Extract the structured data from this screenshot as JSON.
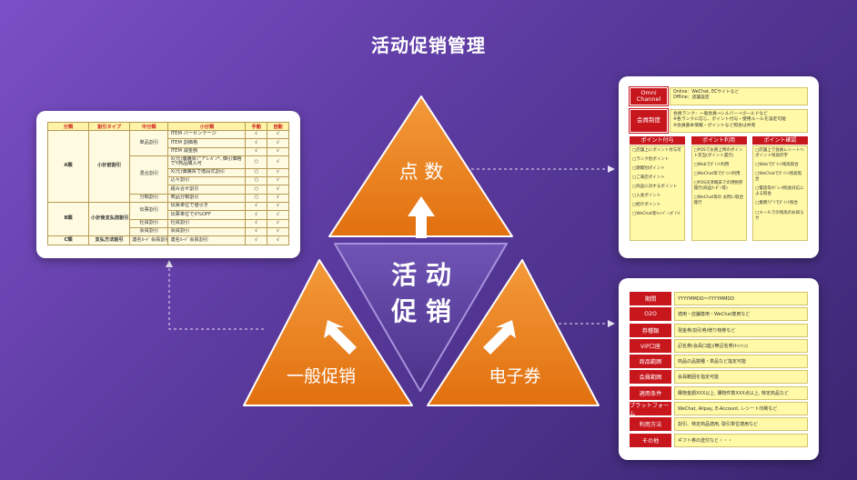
{
  "title": "活动促销管理",
  "center": {
    "line1": "活 动",
    "line2": "促 销"
  },
  "triangles": {
    "top": "点 数",
    "left": "一般促销",
    "right": "电子券"
  },
  "colors": {
    "orange": "#ee7d1e",
    "red": "#c8161d",
    "yellow": "#fff9a8"
  },
  "discount_table": {
    "headers": [
      "分類",
      "割引タイプ",
      "中分類",
      "小分類",
      "手動",
      "自動"
    ],
    "rows": [
      [
        "",
        "",
        "",
        "ITEM パーセンテージ",
        "√",
        "√"
      ],
      [
        "",
        "",
        "単品割引",
        "ITEM 割価格",
        "√",
        "√"
      ],
      [
        "",
        "",
        "",
        "ITEM 減金額",
        "√",
        "√"
      ],
      [
        "",
        "",
        "",
        "X(元)価購買ﾐ\"アレｶﾞﾝ*, 価引価格でY商品購入可",
        "○",
        "√"
      ],
      [
        "",
        "",
        "",
        "X(元)価購買で階段式割引",
        "○",
        "√"
      ],
      [
        "",
        "",
        "混合割引",
        "込々割引",
        "○",
        "√"
      ],
      [
        "",
        "",
        "",
        "組み合せ割引",
        "○",
        "√"
      ],
      [
        "",
        "",
        "分類割引",
        "商品分類割引",
        "○",
        "√"
      ],
      [
        "",
        "",
        "伝票割引",
        "伝票単位で値引き",
        "√",
        "√"
      ],
      [
        "",
        "",
        "",
        "伝票単位でX%OFF",
        "√",
        "√"
      ],
      [
        "",
        "",
        "社員割引",
        "社員割引",
        "√",
        "√"
      ],
      [
        "",
        "",
        "会員割引",
        "会員割引",
        "√",
        "√"
      ],
      [
        "",
        "",
        "連名ｶｰﾄﾞ会員割引",
        "連名ｶｰﾄﾞ会員割引",
        "√",
        "√"
      ]
    ],
    "groups": {
      "a_class": "A類",
      "a_type": "小計前割引",
      "b_class": "B類",
      "b_type": "小計後支払前割引",
      "c_class": "C類",
      "c_type": "支払方法割引"
    }
  },
  "point_card": {
    "omni_label": "Omni Channel",
    "omni_values": [
      "Online：WeChat, ECサイトなど",
      "Offline：店舗設定"
    ],
    "member_label": "会員制度",
    "member_values": [
      "会員ランク：一般会員→シルバー→ゴールドなど",
      "※各ランクに応じ、ポイント付与・使用ルールを設定可能",
      "※会員基本情報・ポイントなど照会は共有"
    ],
    "columns": [
      {
        "title": "ポイント付与",
        "items": [
          "□店舗上にポイント付与可",
          "□ランク別ポイント",
          "□期間別ポイント",
          "□ご来店ポイント",
          "□商品に対するポイント",
          "□入会ポイント",
          "□紹介ポイント",
          "□WeChat等ｷｬﾝﾍﾟｰﾝﾎﾟｲﾝﾄ"
        ]
      },
      {
        "title": "ポイント利用",
        "items": [
          "□POSでお買上時のポイント充当(ポイント還元)",
          "□Webでﾎﾟｲﾝﾄ利用",
          "□WeChat等でﾎﾟｲﾝﾄ利用",
          "□POS決済端末での現物券発行(商品ｸｰﾎﾟﾝ等)",
          "□WeChat等の お問い取合発行"
        ]
      },
      {
        "title": "ポイント確認",
        "items": [
          "□店舗上で会員レシートへポイント残高印字",
          "□Webでﾎﾟｲﾝﾄ残高照合",
          "□WeChatでﾎﾟｲﾝﾄ残高照合",
          "□電話等ｵﾍﾟﾚｰﾀ照会対応による照会",
          "□業務ｱﾌﾟﾘでﾎﾟｲﾝﾄ照合",
          "□メールでの残高のお知らせ"
        ]
      }
    ]
  },
  "coupon_card": {
    "rows": [
      {
        "label": "期間",
        "value": "YYYYMMDD～YYYYMMDD"
      },
      {
        "label": "O2O",
        "value": "適用・店舗専用・WeChat専用など"
      },
      {
        "label": "券種類",
        "value": "現金券/割引券/贈り物券など"
      },
      {
        "label": "VIP口座",
        "value": "記名券(会員口座)/無記名券(ｷｬｯｼｭ)"
      },
      {
        "label": "商品範囲",
        "value": "商品の品揃種・単品など指定可能"
      },
      {
        "label": "会員範囲",
        "value": "会員範囲を指定可能"
      },
      {
        "label": "適用条件",
        "value": "購物金額XXX以上, 購物件数XXX点以上, 特定商品など"
      },
      {
        "label": "プラットフォーム",
        "value": "WeChat, Alipay, E-Account, レシート印刷など"
      },
      {
        "label": "利用方法",
        "value": "割引、特定商品適用, 取引単位適用など"
      },
      {
        "label": "その他",
        "value": "ギフト券の送付など・・・"
      }
    ]
  }
}
